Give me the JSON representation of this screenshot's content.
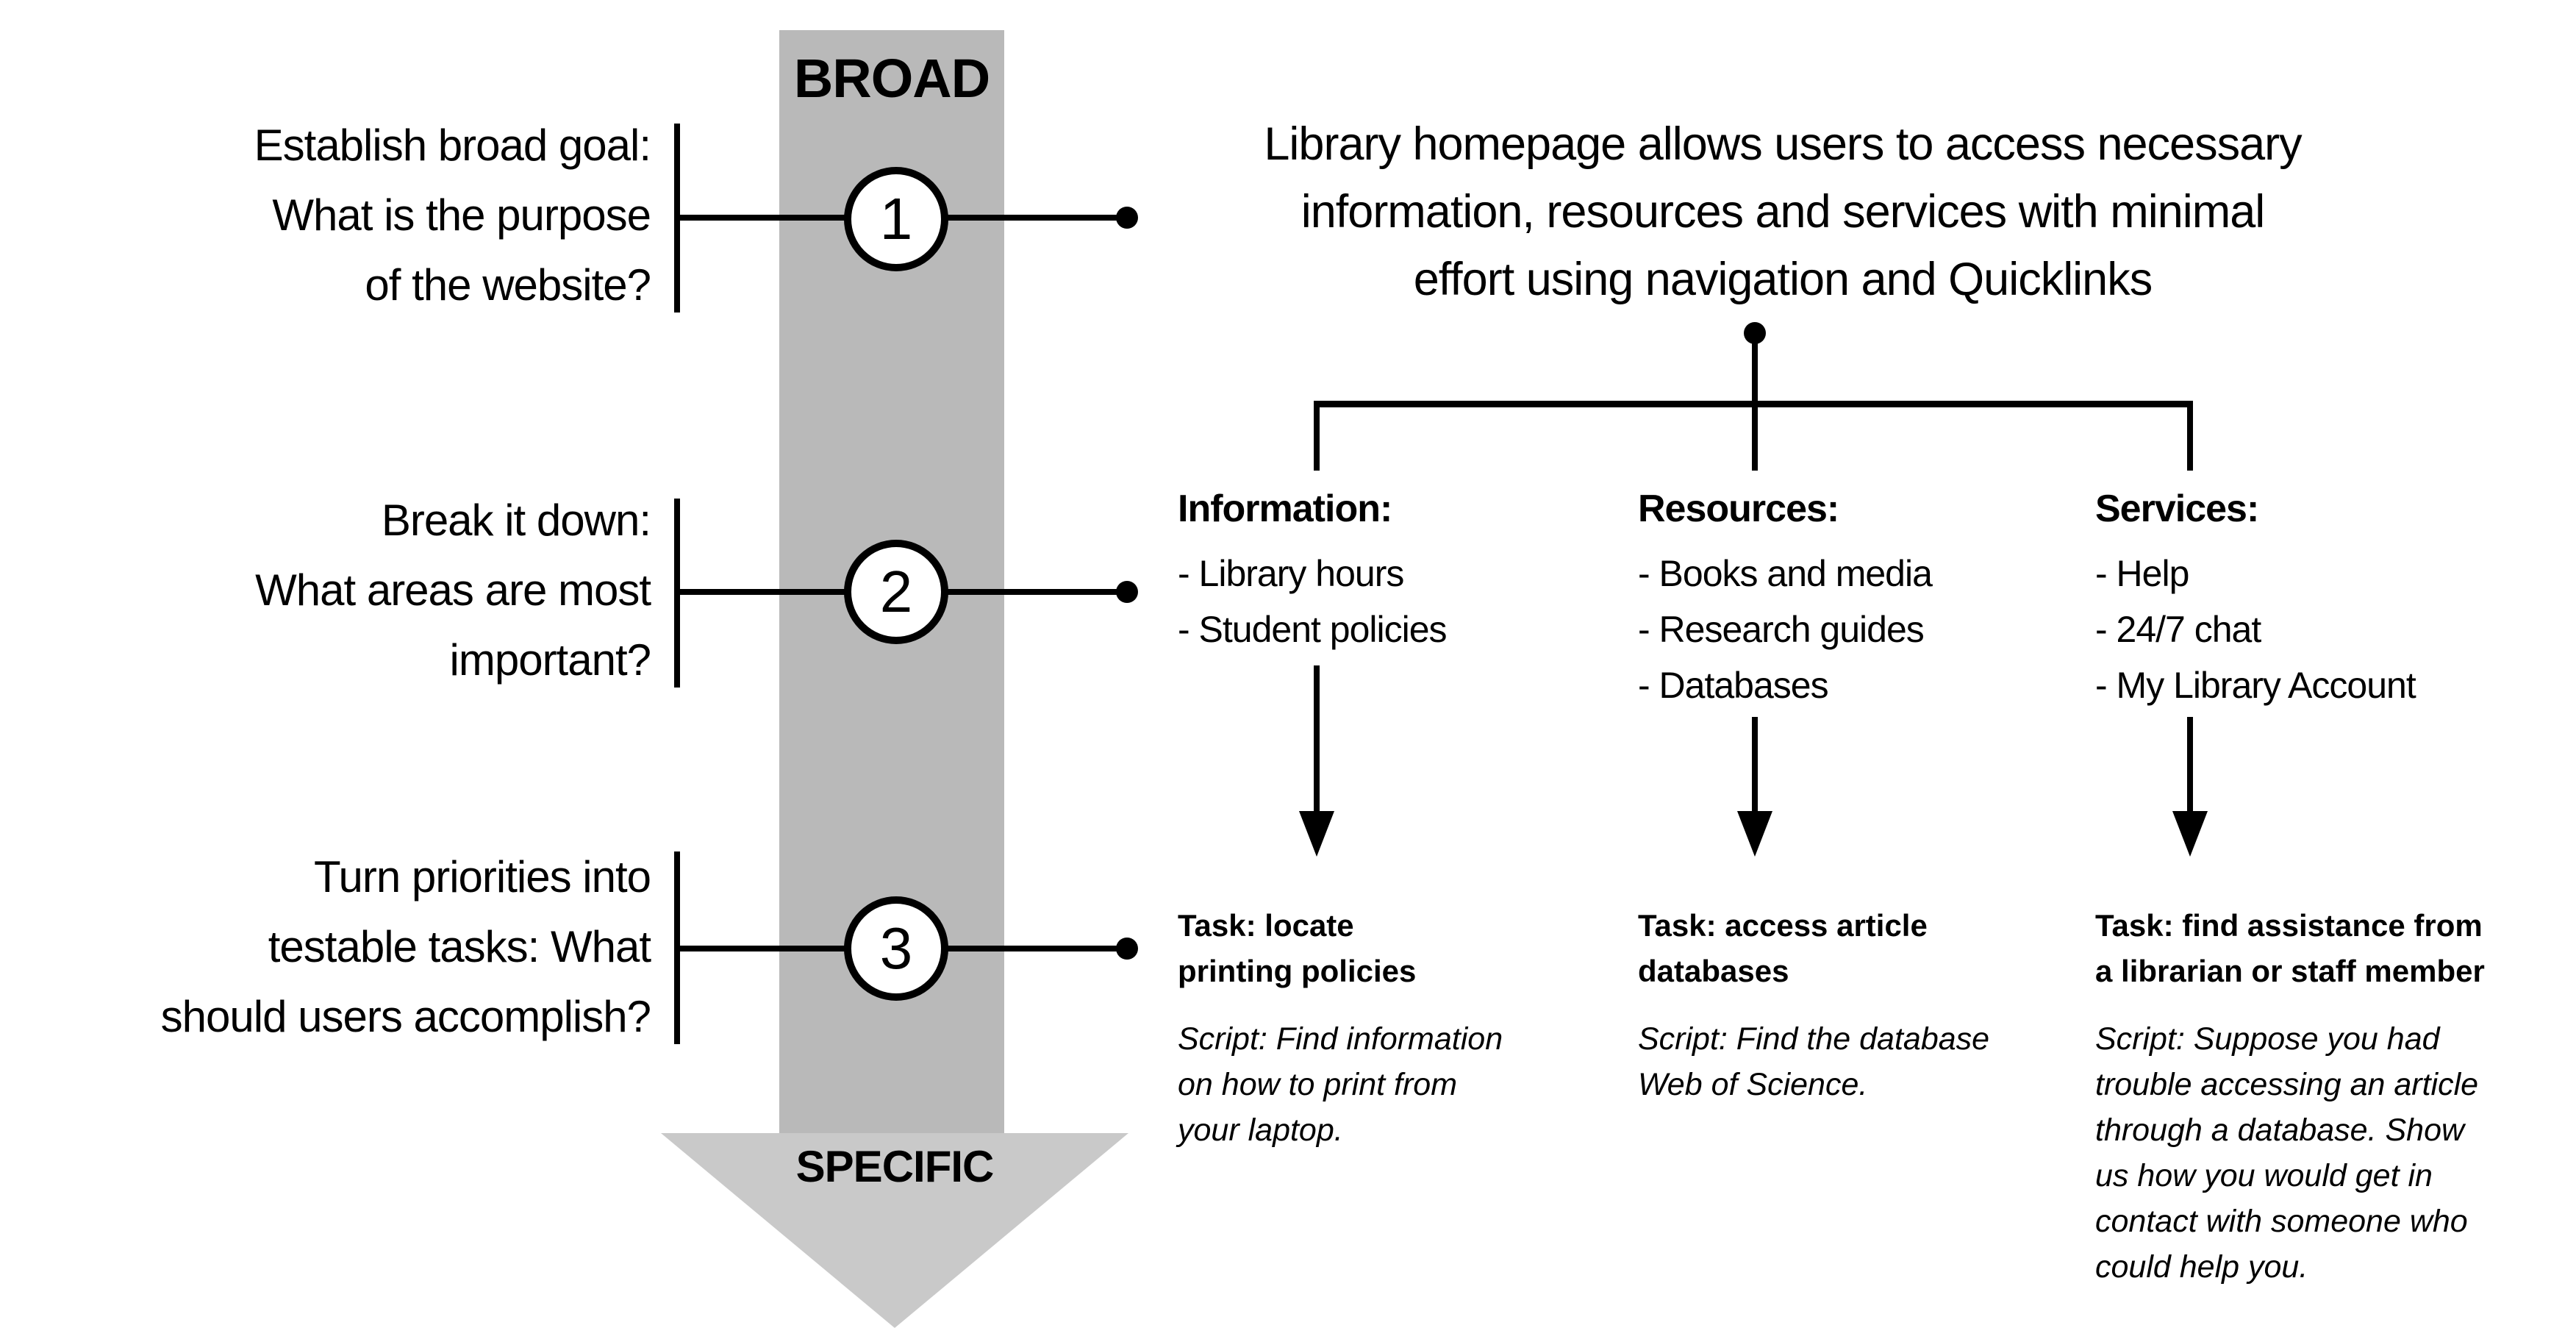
{
  "diagram": {
    "arrow": {
      "top_label": "BROAD",
      "bottom_label": "SPECIFIC"
    },
    "goal_lines": [
      "Library homepage allows users to access necessary",
      "information, resources and services with minimal",
      "effort using navigation and Quicklinks"
    ],
    "steps": [
      {
        "number": "1",
        "prompt_lines": [
          "Establish broad goal:",
          "What is the purpose",
          "of the website?"
        ]
      },
      {
        "number": "2",
        "prompt_lines": [
          "Break it down:",
          "What areas are most",
          "important?"
        ]
      },
      {
        "number": "3",
        "prompt_lines": [
          "Turn priorities into",
          "testable tasks: What",
          "should users accomplish?"
        ]
      }
    ],
    "categories": [
      {
        "heading": "Information:",
        "items": [
          "- Library hours",
          "- Student policies"
        ],
        "task_lines": [
          "Task: locate",
          "printing policies"
        ],
        "script_lines": [
          "Script: Find information",
          "on how to print from",
          "your laptop."
        ]
      },
      {
        "heading": "Resources:",
        "items": [
          "- Books and media",
          "- Research guides",
          "- Databases"
        ],
        "task_lines": [
          "Task: access article",
          "databases"
        ],
        "script_lines": [
          "Script: Find the database",
          "Web of Science."
        ]
      },
      {
        "heading": "Services:",
        "items": [
          "- Help",
          "- 24/7 chat",
          "- My Library Account"
        ],
        "task_lines": [
          "Task: find assistance from",
          "a librarian or staff member"
        ],
        "script_lines": [
          "Script: Suppose you had",
          "trouble accessing an article",
          "through a database. Show",
          "us how you would get in",
          "contact with someone who",
          "could help you."
        ]
      }
    ],
    "colors": {
      "arrow_shaft": "#b9b9b9",
      "arrow_head": "#c9c9c9",
      "ink": "#000000"
    }
  }
}
